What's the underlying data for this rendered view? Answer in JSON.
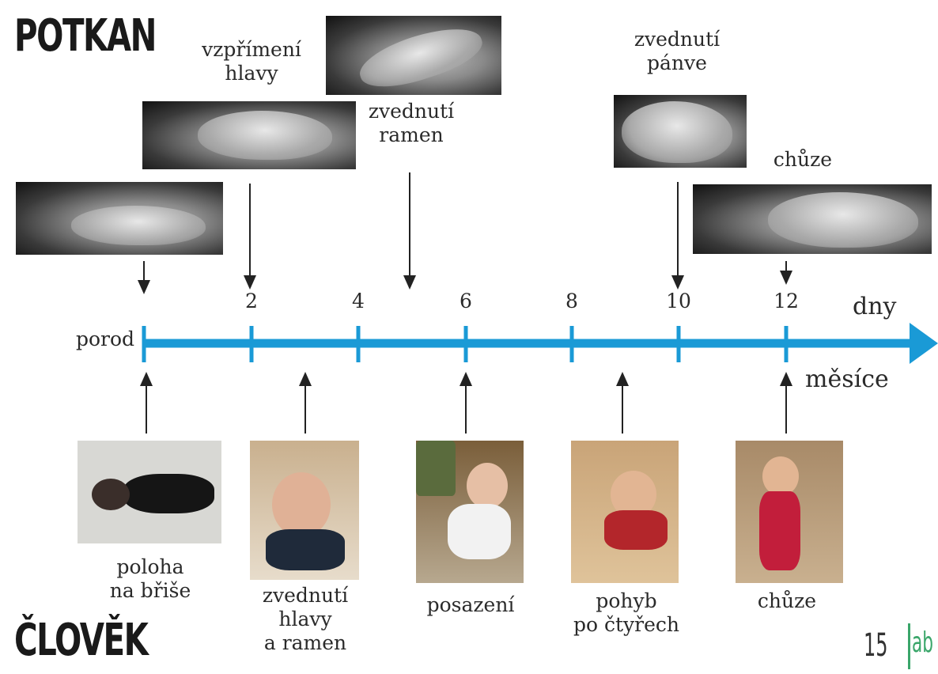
{
  "headings": {
    "rat": "POTKAN",
    "human": "ČLOVĚK"
  },
  "timeline": {
    "start_label": "porod",
    "ticks": [
      "2",
      "4",
      "6",
      "8",
      "10",
      "12"
    ],
    "unit_rat": "dny",
    "unit_human": "měsíce",
    "color": "#1a9ad6"
  },
  "rat_stages": [
    {
      "label": ""
    },
    {
      "label": "vzpřímení\nhlavy"
    },
    {
      "label": "zvednutí\nramen"
    },
    {
      "label": "zvednutí\npánve"
    },
    {
      "label": "chůze"
    }
  ],
  "human_stages": [
    {
      "label": "poloha\nna břiše"
    },
    {
      "label": "zvednutí\nhlavy\na ramen"
    },
    {
      "label": "posazení"
    },
    {
      "label": "pohyb\npo čtyřech"
    },
    {
      "label": "chůze"
    }
  ],
  "footer": {
    "page_number": "15",
    "logo_text": "ab",
    "logo_color": "#3aa66a"
  }
}
